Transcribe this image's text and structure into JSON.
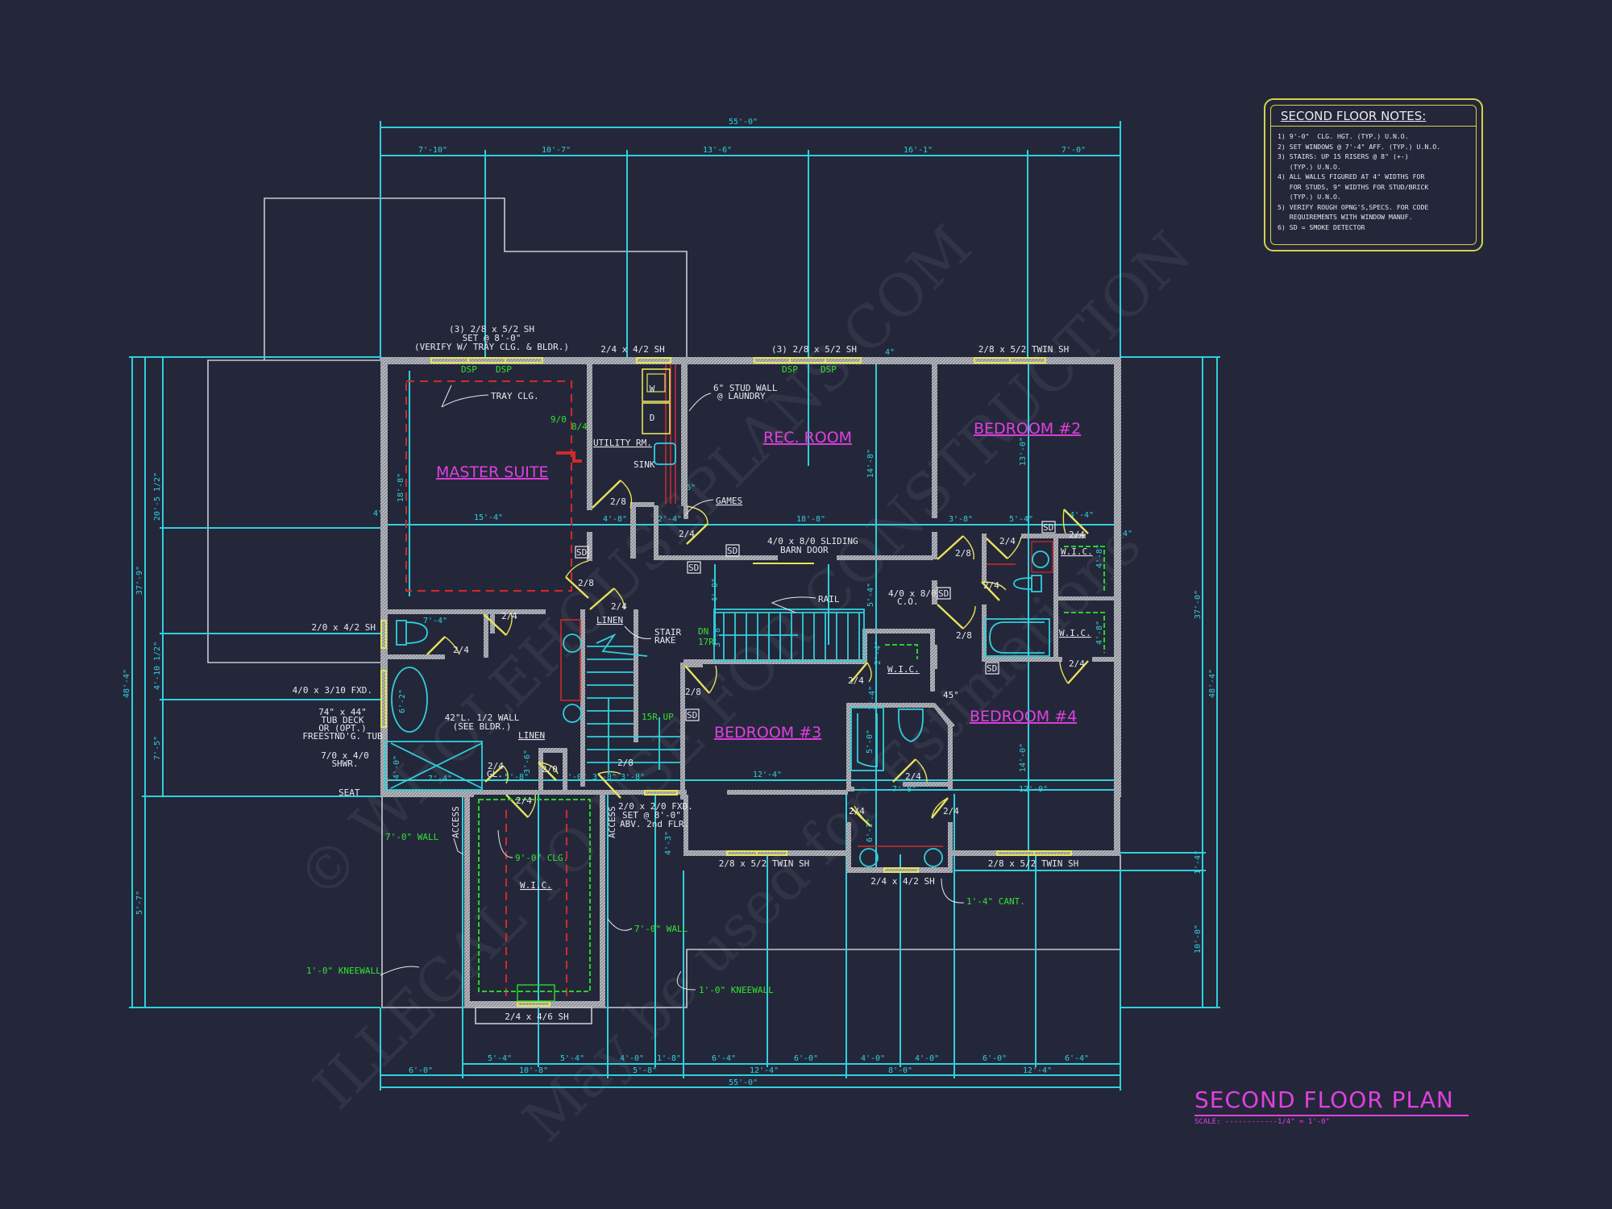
{
  "plan": {
    "title": "SECOND FLOOR PLAN",
    "scale": "SCALE: ------------1/4\" = 1'-0\""
  },
  "notes": {
    "title": "SECOND FLOOR NOTES:",
    "items": [
      "1) 9'-0\"  CLG. HGT. (TYP.) U.N.O.",
      "2) SET WINDOWS @ 7'-4\" AFF. (TYP.) U.N.O.",
      "3) STAIRS: UP 15 RISERS @ 8\" (+-)",
      "   (TYP.) U.N.O.",
      "4) ALL WALLS FIGURED AT 4\" WIDTHS FOR",
      "   FOR STUDS, 9\" WIDTHS FOR STUD/BRICK",
      "   (TYP.) U.N.O.",
      "5) VERIFY ROUGH OPNG'S,SPECS. FOR CODE",
      "   REQUIREMENTS WITH WINDOW MANUF.",
      "6) SD = SMOKE DETECTOR"
    ]
  },
  "rooms": {
    "master_suite": "MASTER SUITE",
    "rec_room": "REC. ROOM",
    "bedroom2": "BEDROOM #2",
    "bedroom3": "BEDROOM #3",
    "bedroom4": "BEDROOM #4"
  },
  "dimensions": {
    "top_overall": "55'-0\"",
    "top_segments": [
      "7'-10\"",
      "10'-7\"",
      "13'-6\"",
      "16'-1\"",
      "7'-0\""
    ],
    "bottom_row1": [
      "5'-4\"",
      "5'-4\"",
      "4'-0\"",
      "1'-8\"",
      "6'-4\"",
      "6'-0\"",
      "4'-0\"",
      "4'-0\"",
      "6'-0\"",
      "6'-4\""
    ],
    "bottom_row2": [
      "6'-0\"",
      "10'-8\"",
      "5'-8\"",
      "12'-4\"",
      "8'-0\"",
      "12'-4\""
    ],
    "bottom_overall": "55'-0\"",
    "left_overall": "48'-4\"",
    "left_mid": [
      "37'-9\"",
      "5'-7\""
    ],
    "left_inner": [
      "20'-5 1/2\"",
      "4'-10 1/2\"",
      "7'-5\""
    ],
    "right_overall": "48'-4\"",
    "right_inner": [
      "37'-0\"",
      "1'-4\"",
      "10'-0\""
    ],
    "interior": {
      "master_width": "15'-4\"",
      "master_depth": "18'-8\"",
      "hall_4_8": "4'-8\"",
      "hall_2_4": "2'-4\"",
      "rec_width": "18'-8\"",
      "rec_depth": "14'-8\"",
      "bed2_a": "3'-8\"",
      "bed2_b": "5'-4\"",
      "bed2_c": "4'-4\"",
      "bed2_depth": "13'-0\"",
      "bed3_width": "12'-4\"",
      "bed4_width": "12'-0\"",
      "bed4_depth": "14'-0\"",
      "bath_7_8": "7'-8\"",
      "wic_4_8a": "4'-8\"",
      "wic_4_8b": "4'-8\"",
      "stair_3_8": "3'-8\"",
      "stair_3_8b": "3'-8\"",
      "linen_5_8": "5'-8\"",
      "linen_2_0": "2'-0\"",
      "linen_3_6": "3'-6\"",
      "shwr_1_4": "7'-4\"",
      "wc_7_4": "7'-4\"",
      "tub_6_2": "6'-2\"",
      "shwr_4_0": "4'-0\"",
      "hall_4_0": "4'-0\"",
      "co_5_4": "5'-4\"",
      "stair_dn_3_8": "3'-8\"",
      "wic3_2_4": "2'-4\"",
      "wic3_3_4": "3'-4\"",
      "tub3_5_0": "5'-0\"",
      "bath3_6_2": "6'-2\"",
      "fxd_4_3": "4'-3\"",
      "wall_4a": "4\"",
      "wall_4b": "4\"",
      "wall_4c": "4\"",
      "games_6": "6\""
    }
  },
  "windows": {
    "master_top": [
      "(3) 2/8 x 5/2 SH",
      "SET @ 8'-0\"",
      "(VERIFY W/ TRAY CLG. & BLDR.)"
    ],
    "utility_top": "2/4 x 4/2 SH",
    "rec_top": "(3) 2/8 x 5/2 SH",
    "bed2_top": "2/8 x 5/2 TWIN SH",
    "wc_left": "2/0 x 4/2 SH",
    "bath_left": "4/0 x 3/10 FXD.",
    "wic_bottom": "2/4 x 4/6 SH",
    "bed3_bottom": "2/8 x 5/2 TWIN SH",
    "bath3_bottom": "2/4 x 4/2 SH",
    "bed4_bottom": "2/8 x 5/2 TWIN SH",
    "fxd_hall": [
      "2/0 x 2/0 FXD.",
      "SET @ 8'-0\"",
      "ABV. 2nd FLR."
    ],
    "dsp": "DSP"
  },
  "labels": {
    "tray_clg": "TRAY CLG.",
    "utility_rm": "UTILITY RM.",
    "sink": "SINK",
    "washer": "W",
    "dryer": "D",
    "stud_wall": [
      "6\" STUD WALL",
      "@ LAUNDRY"
    ],
    "games": "GAMES",
    "barn_door": [
      "4/0 x 8/0 SLIDING",
      "BARN DOOR"
    ],
    "rail": "RAIL",
    "co": [
      "4/0 x 8/0",
      "C.O."
    ],
    "linen_top": "LINEN",
    "linen_bottom": "LINEN",
    "stair_rake": [
      "STAIR",
      "RAKE"
    ],
    "tub_deck": [
      "74\" x 44\"",
      "TUB DECK",
      "OR (OPT.)",
      "FREESTND'G. TUB"
    ],
    "half_wall": [
      "42\"L. 1/2 WALL",
      "(SEE BLDR.)"
    ],
    "shwr": [
      "7/0 x 4/0",
      "SHWR."
    ],
    "seat": "SEAT",
    "access1": "ACCESS",
    "access2": "ACCESS",
    "wic_master": "W.I.C.",
    "wic_bed3": "W.I.C.",
    "wic_bed2a": "W.I.C.",
    "wic_bed2b": "W.I.C.",
    "angle": "45°",
    "gl": "GL.",
    "sd": "SD"
  },
  "green_labels": {
    "clg_9": "9'-0\" CLG.",
    "wall_7": "7'-0\" WALL",
    "wall_7b": "7'-0\" WALL",
    "kneewall_left": "1'-0\" KNEEWALL",
    "kneewall_bottom": "1'-0\" KNEEWALL",
    "cant": "1'-4\" CANT.",
    "dn": "DN",
    "r17": "17R",
    "up": "15R  UP",
    "w90": "9/0",
    "w84": "8/4"
  },
  "doors": {
    "d28": "2/8",
    "d24": "2/4",
    "d20": "2/0"
  },
  "watermark": [
    "© WHOLEHOUSEPLANS.COM",
    "ILLEGAL TO USE FOR CONSTRUCTION",
    "May be used for Estimations"
  ],
  "colors": {
    "background": "#24273a",
    "dimension": "#2fd0dc",
    "room_label": "#e040e0",
    "window": "#e6e35a",
    "note_green": "#33e033",
    "tray_red": "#d22a2a",
    "wall": "#b9bcc2"
  }
}
